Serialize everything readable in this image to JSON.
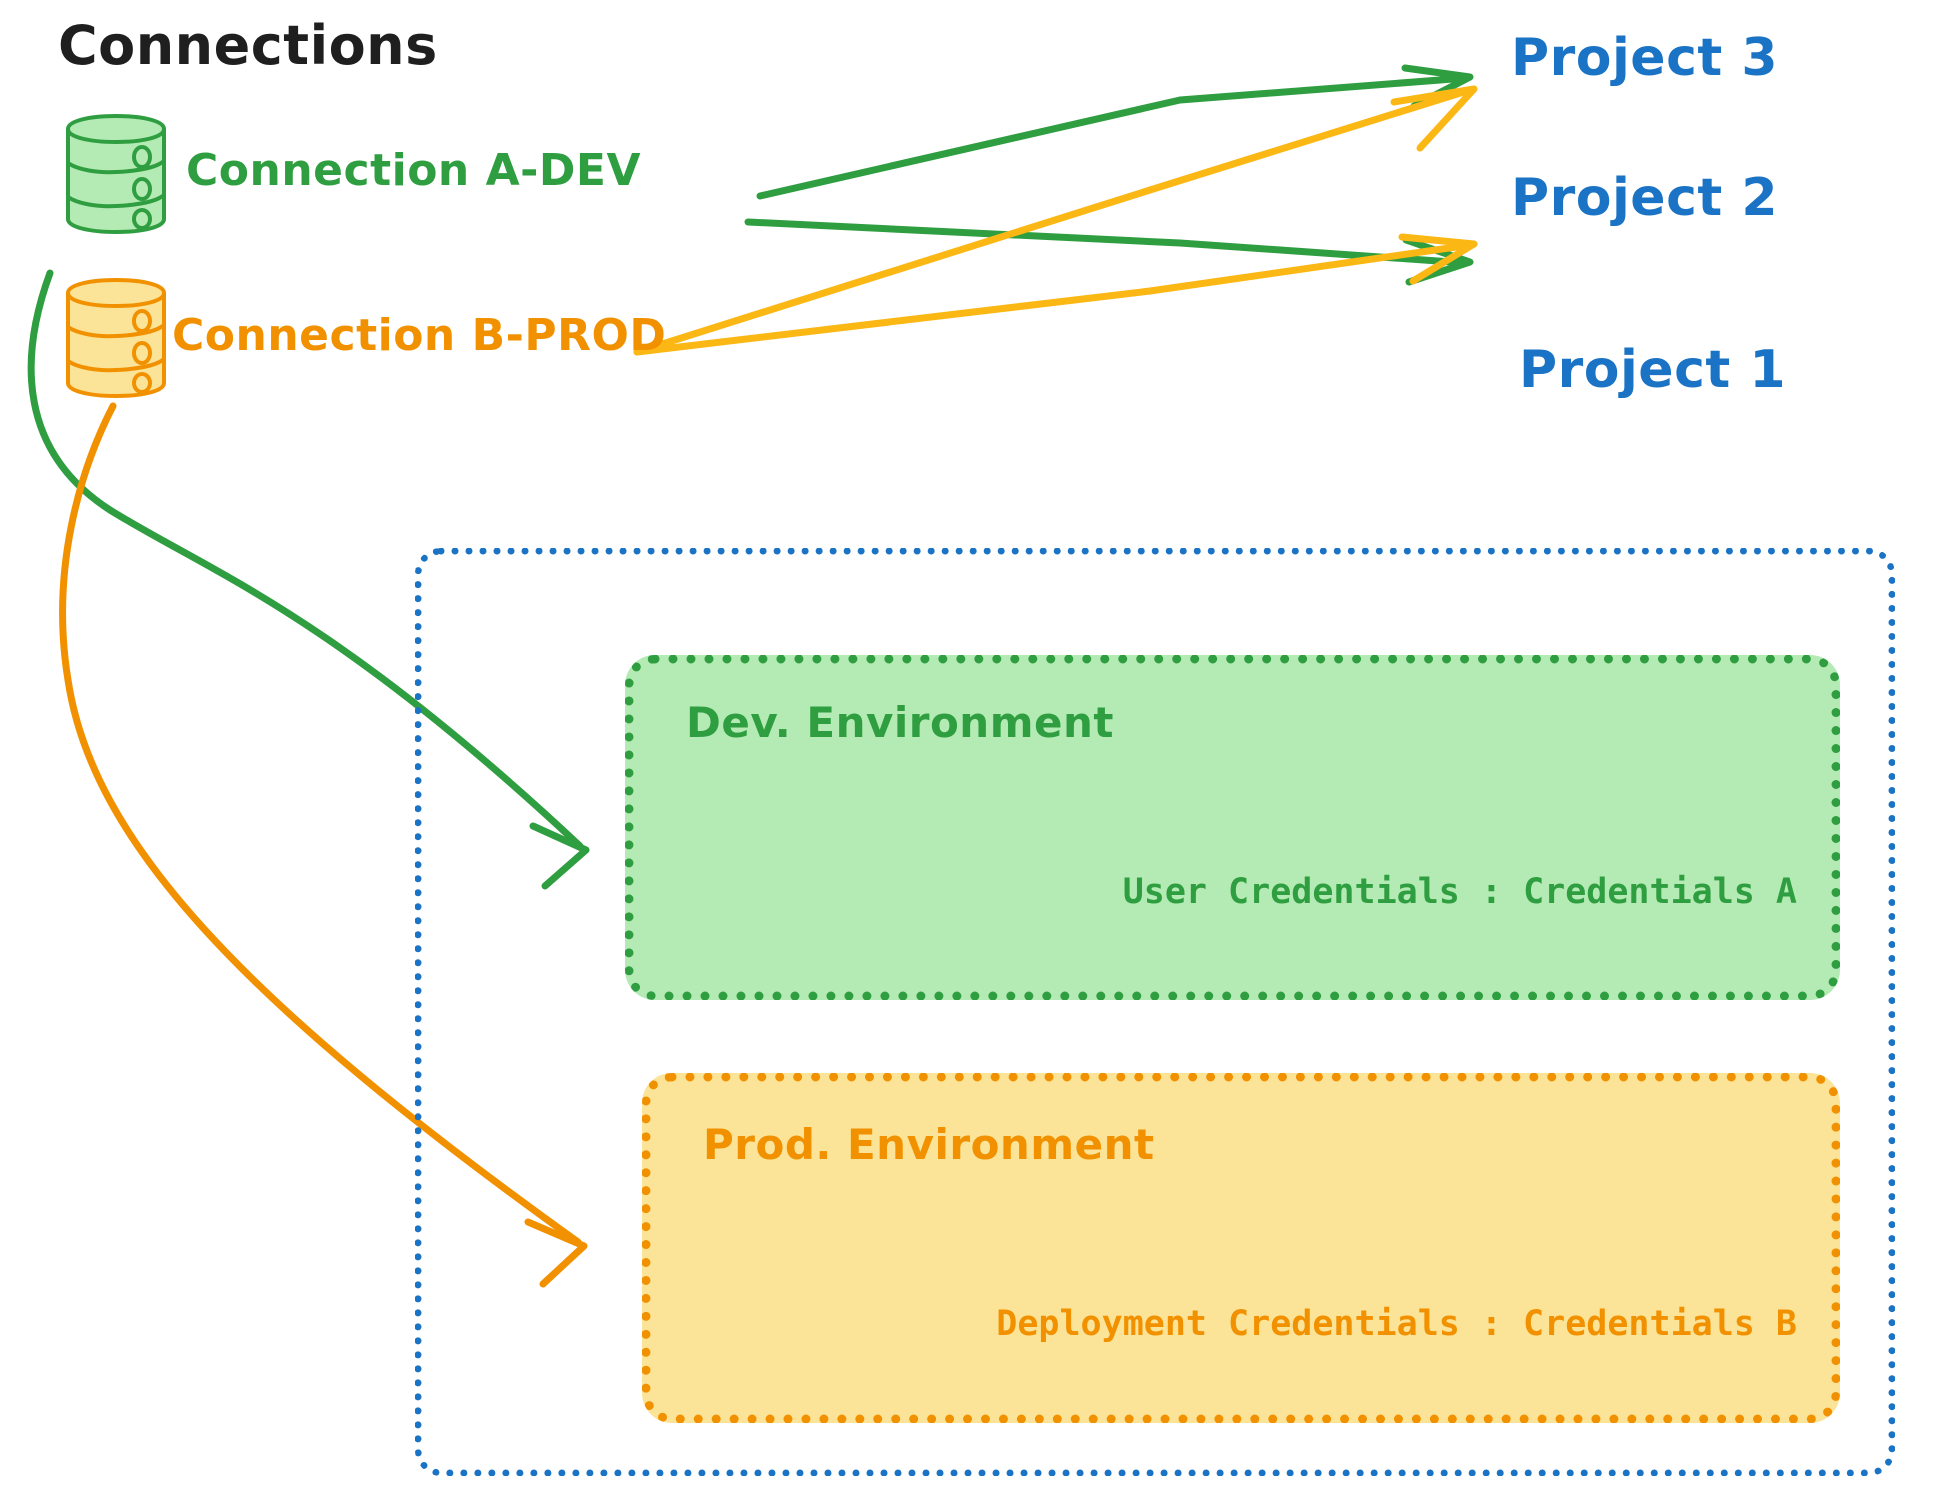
{
  "title": "Connections",
  "colors": {
    "green": "#2f9e41",
    "green_fill": "#b4ebb4",
    "orange": "#f29100",
    "orange_fill": "#fbe497",
    "blue": "#1a73c4",
    "black": "#1f1f1f",
    "background": "#ffffff"
  },
  "connections": [
    {
      "id": "connection-a-dev",
      "label": "Connection A-DEV",
      "color": "#2f9e41",
      "icon": "database-cylinder-icon",
      "targets": [
        "Project 3",
        "Project 2",
        "Dev. Environment"
      ]
    },
    {
      "id": "connection-b-prod",
      "label": "Connection B-PROD",
      "color": "#f29100",
      "icon": "database-cylinder-icon",
      "targets": [
        "Project 3",
        "Project 2",
        "Prod. Environment"
      ]
    }
  ],
  "projects": [
    {
      "id": "project-3",
      "label": "Project 3"
    },
    {
      "id": "project-2",
      "label": "Project 2"
    },
    {
      "id": "project-1",
      "label": "Project 1"
    }
  ],
  "project1": {
    "label": "Project 1",
    "environments": [
      {
        "id": "dev-environment",
        "title": "Dev. Environment",
        "credentials_label": "User Credentials",
        "credentials_value": "Credentials A",
        "credentials_text": "User Credentials : Credentials A",
        "color": "#2f9e41",
        "fill": "#b4ebb4"
      },
      {
        "id": "prod-environment",
        "title": "Prod. Environment",
        "credentials_label": "Deployment Credentials",
        "credentials_value": "Credentials B",
        "credentials_text": "Deployment Credentials : Credentials B",
        "color": "#f29100",
        "fill": "#fbe497"
      }
    ]
  }
}
